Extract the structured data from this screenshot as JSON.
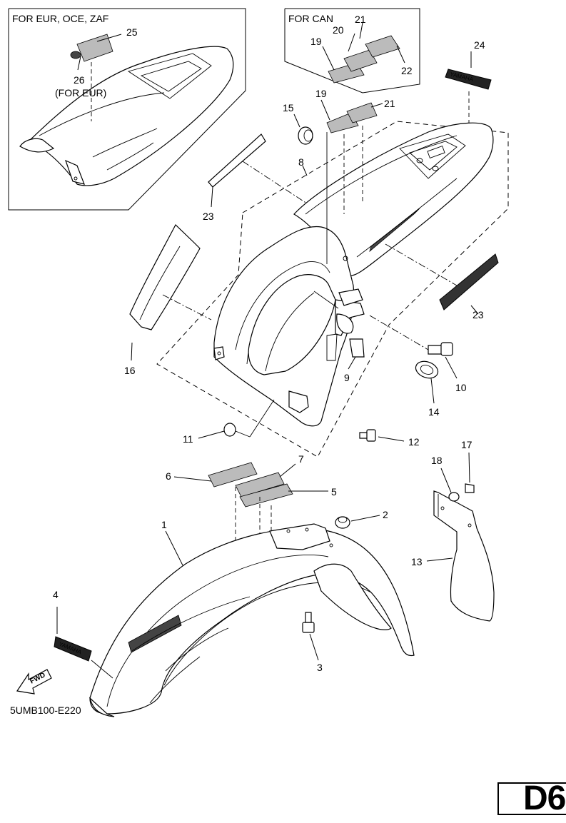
{
  "diagram": {
    "catalog_code": "5UMB100-E220",
    "page_code": "D6",
    "inset_eur_title": "FOR EUR, OCE, ZAF",
    "inset_eur_note": "(FOR EUR)",
    "inset_can_title": "FOR CAN",
    "fwd_label": "FWD",
    "decal_text": "YAMAHA",
    "callouts": [
      "1",
      "2",
      "3",
      "4",
      "5",
      "6",
      "7",
      "8",
      "9",
      "10",
      "11",
      "12",
      "13",
      "14",
      "15",
      "16",
      "17",
      "18",
      "19",
      "20",
      "21",
      "22",
      "23",
      "24",
      "25",
      "26"
    ],
    "inset_eur_callouts": [
      "25",
      "26"
    ],
    "inset_can_callouts": [
      "19",
      "20",
      "21",
      "22"
    ],
    "main_callouts_extra": [
      "19",
      "21",
      "23",
      "23"
    ]
  }
}
